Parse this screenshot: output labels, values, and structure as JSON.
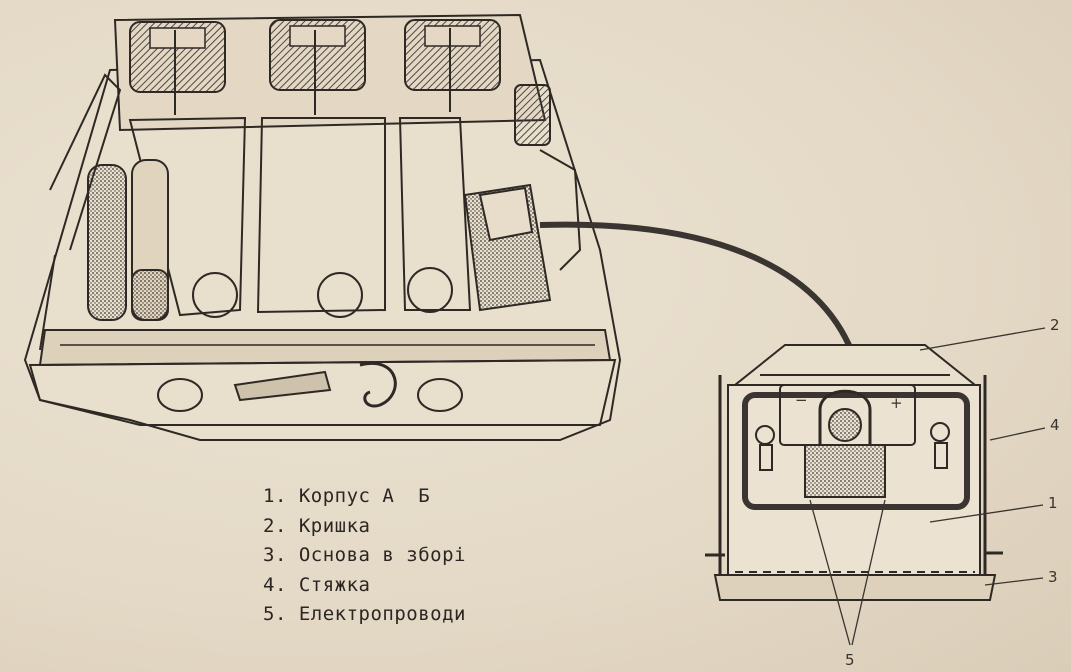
{
  "legend": {
    "items": [
      {
        "number": "1.",
        "text": "Корпус А  Б"
      },
      {
        "number": "2.",
        "text": "Кришка"
      },
      {
        "number": "3.",
        "text": "Основа в зборі"
      },
      {
        "number": "4.",
        "text": "Стяжка"
      },
      {
        "number": "5.",
        "text": "Електропроводи"
      }
    ]
  },
  "callouts": {
    "c1": "1",
    "c2": "2",
    "c3": "3",
    "c4": "4",
    "c5": "5"
  },
  "battery_terminals": {
    "minus": "−",
    "plus": "+"
  },
  "colors": {
    "paper": "#e6dccb",
    "ink": "#2b2622",
    "hatch": "#55504a"
  }
}
